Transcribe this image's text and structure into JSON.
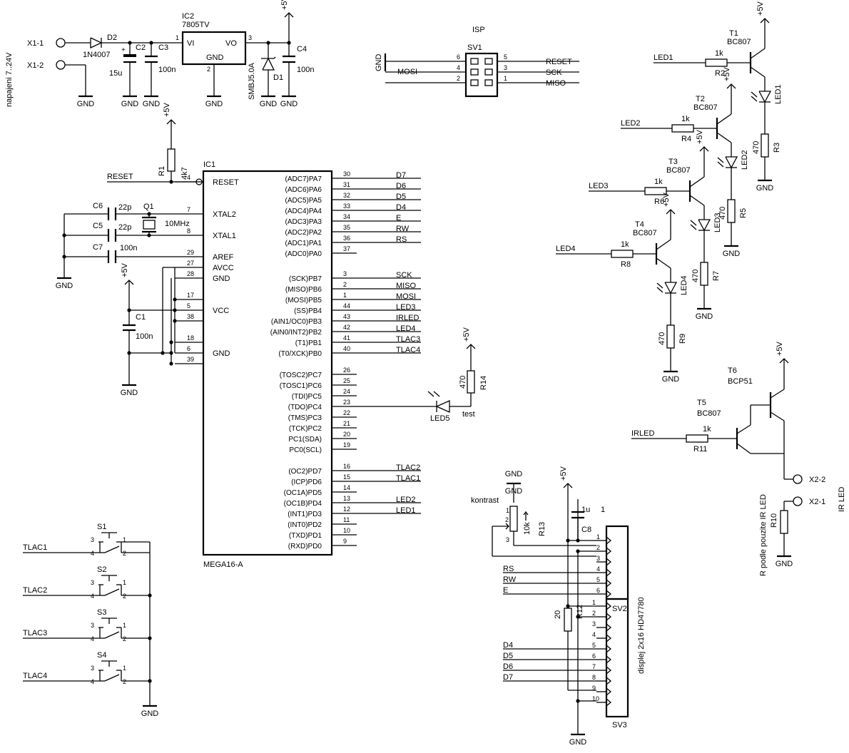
{
  "supply": {
    "label": "napajeni 7..24V",
    "x1_1": "X1-1",
    "x1_2": "X1-2",
    "d2_name": "D2",
    "d2_value": "1N4007",
    "c2_name": "C2",
    "c2_value": "15u",
    "c3_name": "C3",
    "c3_value": "100n",
    "ic2_name": "IC2",
    "ic2_value": "7805TV",
    "ic2_vi": "VI",
    "ic2_vo": "VO",
    "ic2_gnd": "GND",
    "ic2_p1": "1",
    "ic2_p2": "2",
    "ic2_p3": "3",
    "d1_name": "D1",
    "d1_value": "SMBJ5.0A",
    "c4_name": "C4",
    "c4_value": "100n",
    "vcc": "+5V",
    "gnd": "GND"
  },
  "isp": {
    "title": "ISP",
    "connector": "SV1",
    "left_nets": [
      "GND",
      "MOSI"
    ],
    "right_nets": [
      "RESET",
      "SCK",
      "MISO"
    ],
    "pins_left": [
      "6",
      "4",
      "2"
    ],
    "pins_right": [
      "5",
      "3",
      "1"
    ]
  },
  "mcu": {
    "name": "IC1",
    "part": "MEGA16-A",
    "left_pins": [
      {
        "label": "RESET",
        "num": "4"
      },
      {
        "label": "XTAL2",
        "num": "7"
      },
      {
        "label": "XTAL1",
        "num": "8"
      },
      {
        "label": "AREF",
        "num": "29"
      },
      {
        "label": "AVCC",
        "num": "27"
      },
      {
        "label": "GND",
        "num": "28"
      },
      {
        "label": "",
        "num": "17"
      },
      {
        "label": "VCC",
        "num": "5"
      },
      {
        "label": "",
        "num": "38"
      },
      {
        "label": "",
        "num": "18"
      },
      {
        "label": "GND",
        "num": "6"
      },
      {
        "label": "",
        "num": "39"
      }
    ],
    "right_pins": [
      {
        "label": "(ADC7)PA7",
        "num": "30",
        "net": "D7"
      },
      {
        "label": "(ADC6)PA6",
        "num": "31",
        "net": "D6"
      },
      {
        "label": "(ADC5)PA5",
        "num": "32",
        "net": "D5"
      },
      {
        "label": "(ADC4)PA4",
        "num": "33",
        "net": "D4"
      },
      {
        "label": "(ADC3)PA3",
        "num": "34",
        "net": "E"
      },
      {
        "label": "(ADC2)PA2",
        "num": "35",
        "net": "RW"
      },
      {
        "label": "(ADC1)PA1",
        "num": "36",
        "net": "RS"
      },
      {
        "label": "(ADC0)PA0",
        "num": "37",
        "net": ""
      },
      {
        "label": "(SCK)PB7",
        "num": "3",
        "net": "SCK"
      },
      {
        "label": "(MISO)PB6",
        "num": "2",
        "net": "MISO"
      },
      {
        "label": "(MOSI)PB5",
        "num": "1",
        "net": "MOSI"
      },
      {
        "label": "(SS)PB4",
        "num": "44",
        "net": "LED3"
      },
      {
        "label": "(AIN1/OC0)PB3",
        "num": "43",
        "net": "IRLED"
      },
      {
        "label": "(AIN0/INT2)PB2",
        "num": "42",
        "net": "LED4"
      },
      {
        "label": "(T1)PB1",
        "num": "41",
        "net": "TLAC3"
      },
      {
        "label": "(T0/XCK)PB0",
        "num": "40",
        "net": "TLAC4"
      },
      {
        "label": "(TOSC2)PC7",
        "num": "26",
        "net": ""
      },
      {
        "label": "(TOSC1)PC6",
        "num": "25",
        "net": ""
      },
      {
        "label": "(TDI)PC5",
        "num": "24",
        "net": ""
      },
      {
        "label": "(TDO)PC4",
        "num": "23",
        "net": ""
      },
      {
        "label": "(TMS)PC3",
        "num": "22",
        "net": ""
      },
      {
        "label": "(TCK)PC2",
        "num": "21",
        "net": ""
      },
      {
        "label": "PC1(SDA)",
        "num": "20",
        "net": ""
      },
      {
        "label": "PC0(SCL)",
        "num": "19",
        "net": ""
      },
      {
        "label": "(OC2)PD7",
        "num": "16",
        "net": "TLAC2"
      },
      {
        "label": "(ICP)PD6",
        "num": "15",
        "net": "TLAC1"
      },
      {
        "label": "(OC1A)PD5",
        "num": "14",
        "net": ""
      },
      {
        "label": "(OC1B)PD4",
        "num": "13",
        "net": "LED2"
      },
      {
        "label": "(INT1)PD3",
        "num": "12",
        "net": "LED1"
      },
      {
        "label": "(INT0)PD2",
        "num": "11",
        "net": ""
      },
      {
        "label": "(TXD)PD1",
        "num": "10",
        "net": ""
      },
      {
        "label": "(RXD)PD0",
        "num": "9",
        "net": ""
      }
    ]
  },
  "reset": {
    "r1_name": "R1",
    "r1_value": "4k7",
    "net": "RESET"
  },
  "crystal": {
    "c6_name": "C6",
    "c6_value": "22p",
    "c5_name": "C5",
    "c5_value": "22p",
    "c7_name": "C7",
    "c7_value": "100n",
    "q1_name": "Q1",
    "q1_value": "10MHz",
    "c1_name": "C1",
    "c1_value": "100n"
  },
  "test_led": {
    "r14_name": "R14",
    "r14_value": "470",
    "led_name": "LED5",
    "led_label": "test"
  },
  "leds": [
    {
      "t_name": "T1",
      "t_part": "BC807",
      "net": "LED1",
      "rb_name": "R2",
      "rb_value": "1k",
      "led": "LED1",
      "rc_name": "R3",
      "rc_value": "470"
    },
    {
      "t_name": "T2",
      "t_part": "BC807",
      "net": "LED2",
      "rb_name": "R4",
      "rb_value": "1k",
      "led": "LED2",
      "rc_name": "R5",
      "rc_value": "470"
    },
    {
      "t_name": "T3",
      "t_part": "BC807",
      "net": "LED3",
      "rb_name": "R6",
      "rb_value": "1k",
      "led": "LED3",
      "rc_name": "R7",
      "rc_value": "470"
    },
    {
      "t_name": "T4",
      "t_part": "BC807",
      "net": "LED4",
      "rb_name": "R8",
      "rb_value": "1k",
      "led": "LED4",
      "rc_name": "R9",
      "rc_value": "470"
    }
  ],
  "ir": {
    "t6_name": "T6",
    "t6_part": "BCP51",
    "t5_name": "T5",
    "t5_part": "BC807",
    "net": "IRLED",
    "r11_name": "R11",
    "r11_value": "1k",
    "x2_2": "X2-2",
    "x2_1": "X2-1",
    "r10_name": "R10",
    "r_note": "R podle pouzite IR LED",
    "ir_note": "IR LED"
  },
  "buttons": [
    {
      "name": "S1",
      "net": "TLAC1"
    },
    {
      "name": "S2",
      "net": "TLAC2"
    },
    {
      "name": "S3",
      "net": "TLAC3"
    },
    {
      "name": "S4",
      "net": "TLAC4"
    }
  ],
  "display": {
    "contrast": "kontrast",
    "r13_name": "R13",
    "r13_value": "10k",
    "c8_name": "C8",
    "c8_value": "1u",
    "r12_name": "R12",
    "r12_value": "20",
    "sv2": "SV2",
    "sv3": "SV3",
    "label": "displej 2x16 HD47780",
    "upper_pins": [
      "1",
      "2",
      "3",
      "4",
      "5",
      "6"
    ],
    "lower_pins": [
      "1",
      "2",
      "3",
      "4",
      "5",
      "6",
      "7",
      "8",
      "9",
      "10"
    ],
    "upper_nets": [
      "",
      "",
      "",
      "RS",
      "RW",
      "E"
    ],
    "lower_nets": [
      "",
      "",
      "",
      "",
      "D4",
      "D5",
      "D6",
      "D7",
      "",
      ""
    ],
    "pin1_note": "1"
  }
}
